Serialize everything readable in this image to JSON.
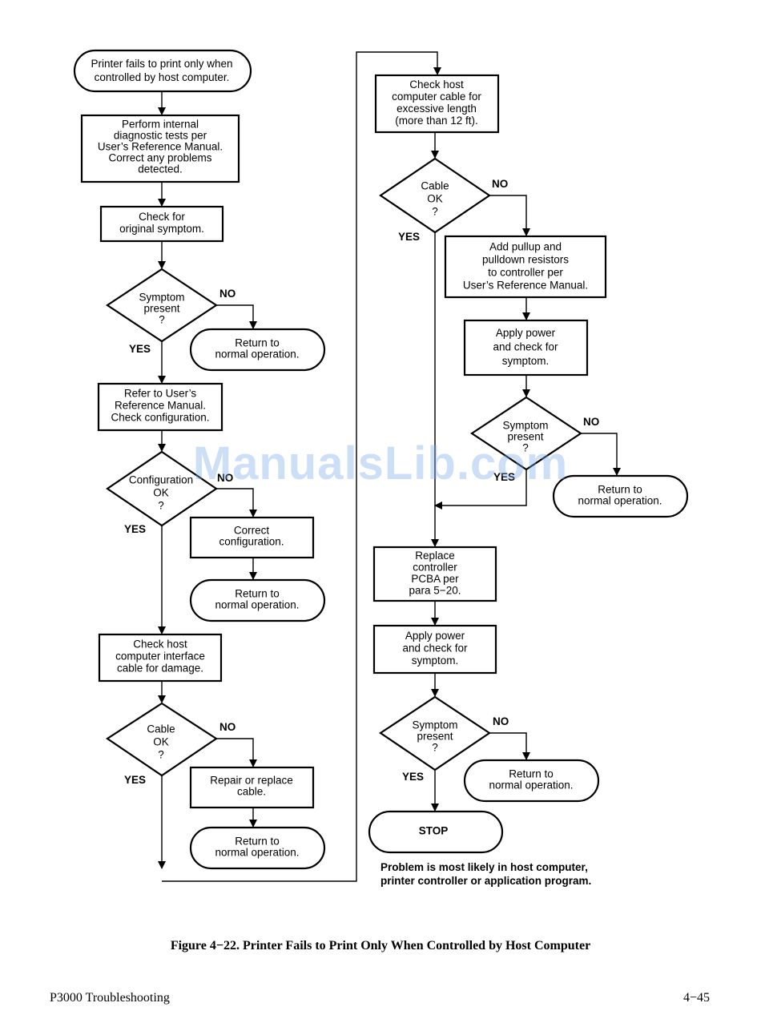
{
  "nodes": {
    "n1": [
      "Printer fails to print only when",
      "controlled by host computer."
    ],
    "n2": [
      "Perform internal",
      "diagnostic tests per",
      "User’s Reference Manual.",
      "Correct any problems",
      "detected."
    ],
    "n3": [
      "Check for",
      "original symptom."
    ],
    "d1": [
      "Symptom",
      "present",
      "?"
    ],
    "r1": [
      "Return to",
      "normal operation."
    ],
    "n4": [
      "Refer to User’s",
      "Reference Manual.",
      "Check configuration."
    ],
    "d2": [
      "Configuration",
      "OK",
      "?"
    ],
    "n5": [
      "Correct",
      "configuration."
    ],
    "r2": [
      "Return to",
      "normal operation."
    ],
    "n6": [
      "Check host",
      "computer interface",
      "cable for damage."
    ],
    "d3": [
      "Cable",
      "OK",
      "?"
    ],
    "n7": [
      "Repair or replace",
      "cable."
    ],
    "r3": [
      "Return to",
      "normal operation."
    ],
    "n8": [
      "Check host",
      "computer cable for",
      "excessive length",
      "(more than 12 ft)."
    ],
    "d4": [
      "Cable",
      "OK",
      "?"
    ],
    "n9": [
      "Add pullup and",
      "pulldown resistors",
      "to controller per",
      "User’s Reference Manual."
    ],
    "n10": [
      "Apply power",
      "and check for",
      "symptom."
    ],
    "d5": [
      "Symptom",
      "present",
      "?"
    ],
    "r4": [
      "Return to",
      "normal operation."
    ],
    "n11": [
      "Replace",
      "controller",
      "PCBA per",
      "para 5−20."
    ],
    "n12": [
      "Apply power",
      "and check for",
      "symptom."
    ],
    "d6": [
      "Symptom",
      "present",
      "?"
    ],
    "r5": [
      "Return to",
      "normal operation."
    ],
    "stop": [
      "STOP"
    ]
  },
  "branch_labels": {
    "yes": "YES",
    "no": "NO"
  },
  "note": [
    "Problem is most likely in host computer,",
    "printer controller or application program."
  ],
  "caption": "Figure 4−22. Printer Fails to Print Only When Controlled by Host Computer",
  "footer": {
    "left": "P3000 Troubleshooting",
    "right": "4−45"
  },
  "watermark": "ManualsLib.com"
}
